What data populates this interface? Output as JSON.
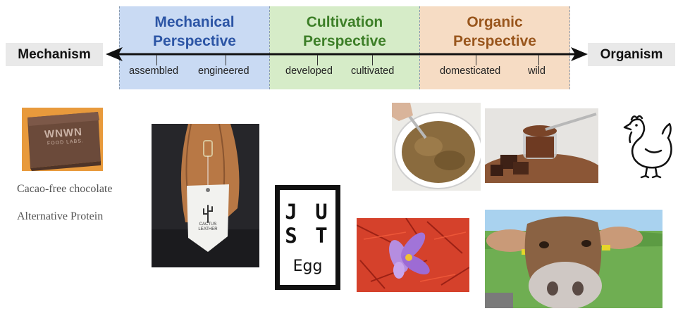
{
  "spectrum": {
    "left_end": "Mechanism",
    "right_end": "Organism",
    "zones": [
      {
        "title_line1": "Mechanical",
        "title_line2": "Perspective",
        "color": "#c9daf3",
        "title_color": "#2c55a5",
        "labels": [
          "assembled",
          "engineered"
        ]
      },
      {
        "title_line1": "Cultivation",
        "title_line2": "Perspective",
        "color": "#d6ecc8",
        "title_color": "#3d7f28",
        "labels": [
          "developed",
          "cultivated"
        ]
      },
      {
        "title_line1": "Organic",
        "title_line2": "Perspective",
        "color": "#f6dcc4",
        "title_color": "#99561d",
        "labels": [
          "domesticated",
          "wild"
        ]
      }
    ]
  },
  "captions": {
    "chocolate": "Cacao-free chocolate",
    "protein": "Alternative Protein"
  },
  "just_egg": {
    "row1": "J U",
    "row2": "S T",
    "word": "Egg"
  },
  "box_logo": {
    "brand": "WNWN",
    "sub": "FOOD LABS."
  },
  "bag_tag": {
    "text1": "CACTUS",
    "text2": "LEATHER"
  },
  "colors": {
    "axis": "#111111",
    "box_bg": "#e89a3c",
    "box_brown": "#6b4a3a",
    "saffron_red": "#c8321e",
    "crocus_purple": "#9d6bd4",
    "grass": "#6aa84f",
    "sky": "#8fc3ec"
  },
  "icons": [
    "chicken-icon",
    "cactus-icon"
  ]
}
